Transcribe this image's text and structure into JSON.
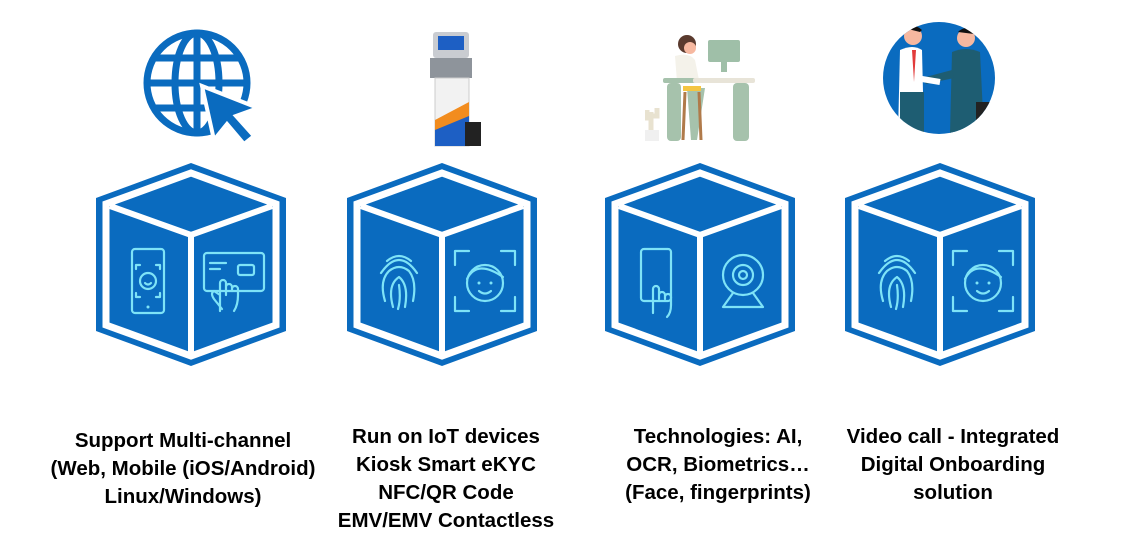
{
  "colors": {
    "cube_blue": "#0a6bbf",
    "icon_cyan": "#7ee3f7",
    "text": "#000000"
  },
  "features": [
    {
      "id": "multichannel",
      "top_icon": "globe-cursor-icon",
      "face_icons": [
        "phone-face-id-icon",
        "touch-screen-icon"
      ],
      "lines": [
        "Support Multi-channel",
        "(Web, Mobile (iOS/Android)",
        "Linux/Windows)"
      ]
    },
    {
      "id": "iot",
      "top_icon": "kiosk-icon",
      "face_icons": [
        "fingerprint-icon",
        "face-scan-icon"
      ],
      "lines": [
        "Run on IoT devices",
        "Kiosk Smart eKYC",
        "NFC/QR Code",
        "EMV/EMV Contactless"
      ]
    },
    {
      "id": "technologies",
      "top_icon": "person-at-desk-icon",
      "face_icons": [
        "phone-touch-icon",
        "webcam-icon"
      ],
      "lines": [
        "Technologies: AI,",
        "OCR, Biometrics…",
        "(Face, fingerprints)"
      ]
    },
    {
      "id": "videocall",
      "top_icon": "handshake-icon",
      "face_icons": [
        "fingerprint-icon",
        "face-scan-icon"
      ],
      "lines": [
        "Video call - Integrated",
        "Digital Onboarding",
        "solution"
      ]
    }
  ]
}
